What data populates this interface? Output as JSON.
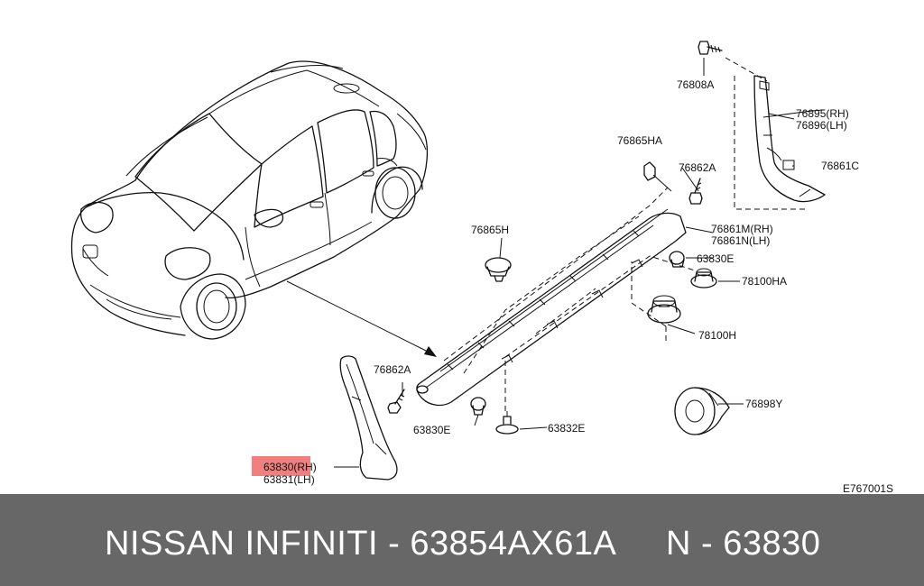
{
  "diagram": {
    "labels": {
      "p76808A": "76808A",
      "p76895": "76895(RH)",
      "p76896": "76896(LH)",
      "p76861C": "76861C",
      "p76865HA": "76865HA",
      "p76862A_top": "76862A",
      "p76861M": "76861M(RH)",
      "p76861N": "76861N(LH)",
      "p76865H": "76865H",
      "p63830E_right": "63830E",
      "p78100HA": "78100HA",
      "p78100H": "78100H",
      "p76862A_left": "76862A",
      "p63830E_bottom": "63830E",
      "p63832E": "63832E",
      "p76898Y": "76898Y",
      "p63830": "63830(RH)",
      "p63831": "63831(LH)"
    },
    "highlight_color": "#f08080",
    "diagram_code": "E767001S"
  },
  "footer": {
    "left_text": "NISSAN  INFINITI - 63854AX61A",
    "right_text": "N - 63830",
    "background": "#676767"
  }
}
